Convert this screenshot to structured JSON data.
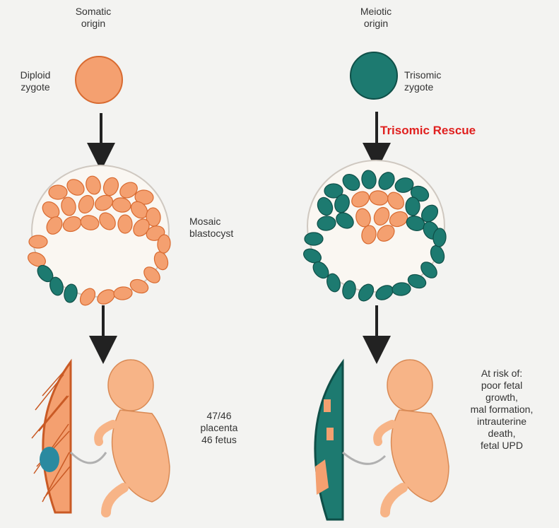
{
  "colors": {
    "diploid": "#f4a070",
    "diploid_stroke": "#d86a30",
    "trisomic": "#1d7a70",
    "trisomic_stroke": "#0f4f48",
    "rescue_text": "#e0201f",
    "text": "#333333"
  },
  "left": {
    "origin_label": "Somatic\norigin",
    "zygote_label": "Diploid\nzygote",
    "blastocyst_label": "Mosaic\nblastocyst",
    "outcome_label": "47/46\nplacenta\n46 fetus"
  },
  "right": {
    "origin_label": "Meiotic\norigin",
    "zygote_label": "Trisomic\nzygote",
    "rescue_label": "Trisomic Rescue",
    "risk_label": "At risk of:\npoor fetal\ngrowth,\nmal formation,\nintrauterine\ndeath,\nfetal UPD"
  }
}
